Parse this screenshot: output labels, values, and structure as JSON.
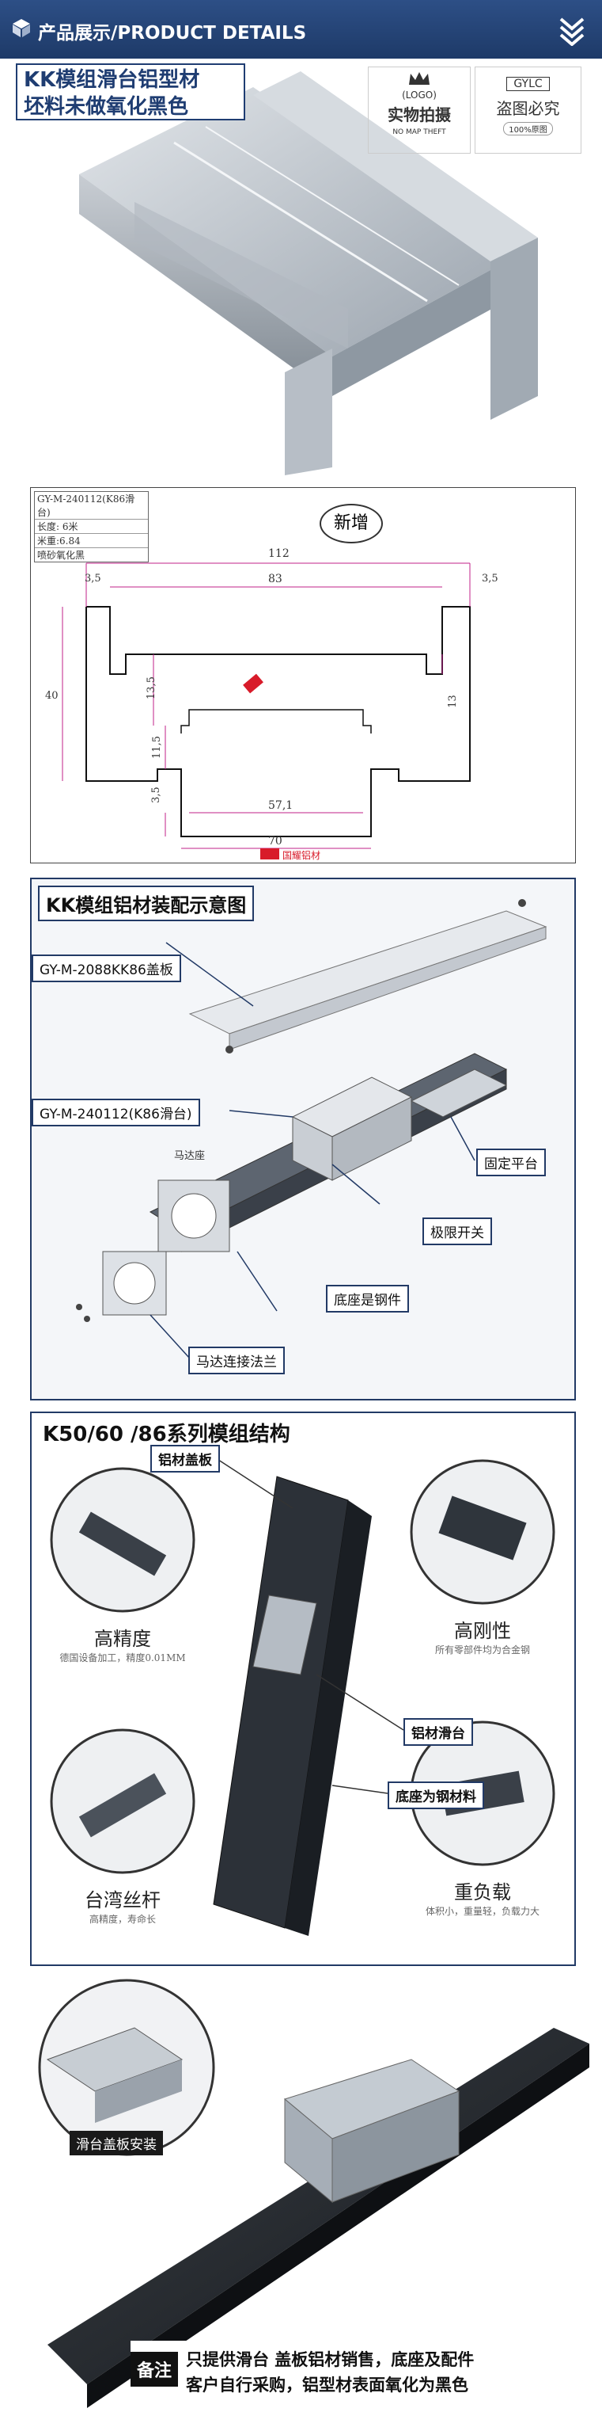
{
  "header": {
    "title": "产品展示/PRODUCT DETAILS"
  },
  "section1": {
    "callout_line1": "KK模组滑台铝型材",
    "callout_line2": "坯料未做氧化黑色",
    "logo_box": {
      "logo": "(LOGO)",
      "main": "实物拍摄",
      "sub": "NO MAP THEFT"
    },
    "gylc_box": {
      "brand": "GYLC",
      "main": "盗图必究",
      "sub": "100%原图"
    }
  },
  "drawing": {
    "spec_lines": [
      "GY-M-240112(K86滑台)",
      "长度: 6米",
      "米重:6.84",
      "喷砂氧化黑"
    ],
    "new_tag": "新增",
    "dims": {
      "total_width": "112",
      "left_edge": "3,5",
      "right_edge": "3,5",
      "inner_top": "83",
      "height": "40",
      "inner_depth": "13,5",
      "right_depth": "13",
      "mid_depth": "11,5",
      "bottom_edge": "3,5",
      "bottom_inner": "57,1",
      "bottom_width": "70"
    },
    "watermark": "国耀铝材"
  },
  "assembly": {
    "title": "KK模组铝材装配示意图",
    "labels": {
      "cover": "GY-M-2088KK86盖板",
      "slide": "GY-M-240112(K86滑台)",
      "motor_seat": "马达座",
      "fixed_platform": "固定平台",
      "limit_switch": "极限开关",
      "base_steel": "底座是钢件",
      "flange": "马达连接法兰"
    }
  },
  "structure": {
    "title": "K50/60 /86系列模组结构",
    "labels": {
      "cover": "铝材盖板",
      "slide": "铝材滑台",
      "base": "底座为钢材料"
    },
    "features": [
      {
        "title": "高精度",
        "sub": "德国设备加工，精度0.01MM"
      },
      {
        "title": "高刚性",
        "sub": "所有零部件均为合金钢"
      },
      {
        "title": "台湾丝杆",
        "sub": "高精度，寿命长"
      },
      {
        "title": "重负载",
        "sub": "体积小，重量轻，负载力大"
      }
    ]
  },
  "bottom": {
    "inset_label": "滑台盖板安装",
    "note_tag": "备注",
    "note_line1": "只提供滑台 盖板铝材销售，底座及配件",
    "note_line2": "客户自行采购，铝型材表面氧化为黑色"
  }
}
